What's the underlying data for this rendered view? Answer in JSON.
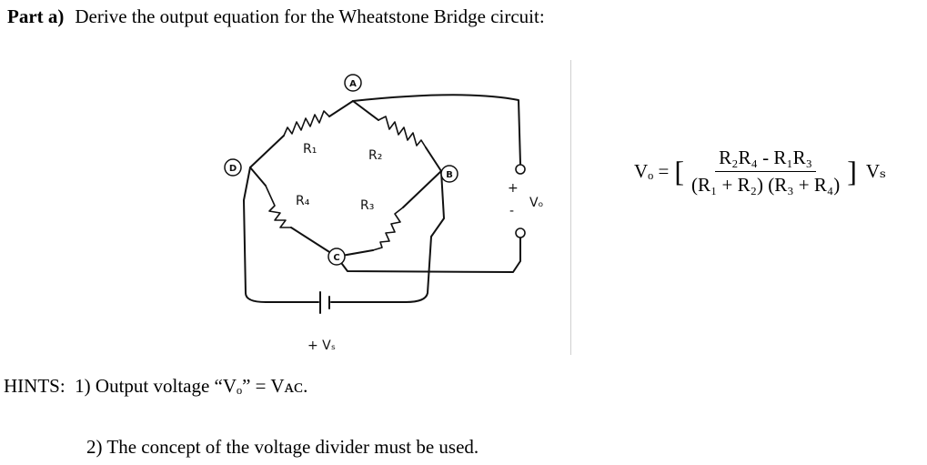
{
  "heading": {
    "part_label": "Part a)",
    "instruction": "Derive the output equation for the Wheatstone Bridge circuit:"
  },
  "circuit": {
    "nodes": {
      "a": "A",
      "b": "B",
      "c": "C",
      "d": "D"
    },
    "resistors": {
      "r1": "R₁",
      "r2": "R₂",
      "r3": "R₃",
      "r4": "R₄"
    },
    "output": {
      "plus": "+",
      "minus": "-",
      "label": "Vₒ"
    },
    "source": {
      "label": "+ Vₛ"
    }
  },
  "equation": {
    "lhs": "Vₒ =",
    "open_bracket": "[",
    "numerator": "R₂R₄ - R₁R₃",
    "denominator": "(R₁ + R₂) (R₃ + R₄)",
    "close_bracket": "]",
    "multiplier": "Vₛ"
  },
  "hints": {
    "label": "HINTS:",
    "hint1": "1)  Output voltage “Vₒ” = Vᴀᴄ.",
    "hint2": "2)  The concept of the voltage divider must be used."
  }
}
